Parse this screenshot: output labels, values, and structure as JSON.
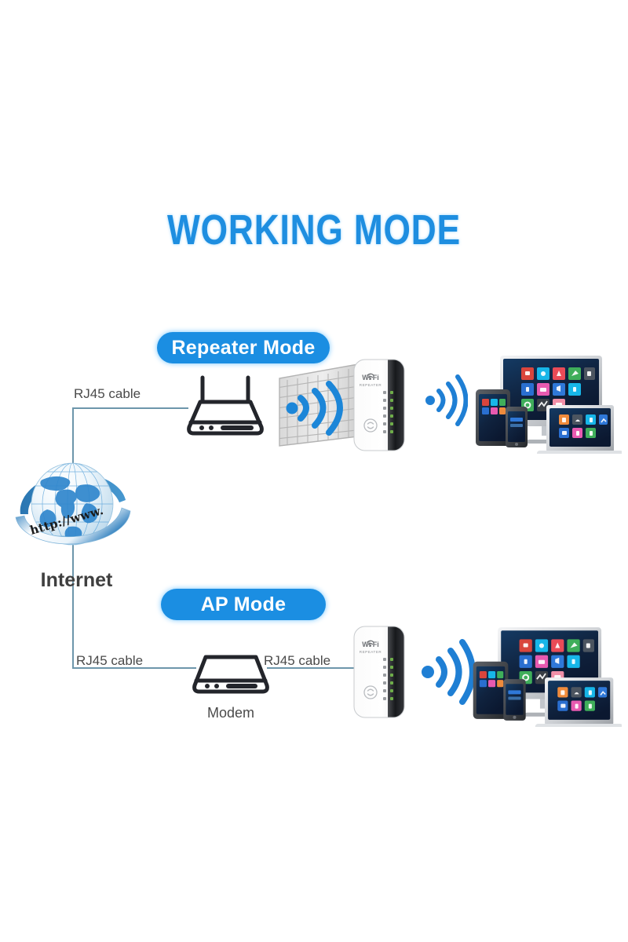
{
  "page": {
    "title": "WORKING MODE",
    "background_color": "#ffffff",
    "accent_color": "#1b8ee2",
    "cable_color": "#6d96ab",
    "text_color": "#4a4a4a"
  },
  "diagram": {
    "internet": {
      "label": "Internet",
      "globe_ribbon_text": "http://www.",
      "icon": "globe-icon"
    },
    "modes": [
      {
        "id": "repeater",
        "badge_label": "Repeater Mode",
        "source_label": "RJ45 cable",
        "source_device": "router",
        "barrier": "brick-wall",
        "repeater": {
          "brand_line_1": "Wi Fi",
          "brand_line_2": "REPEATER",
          "icon": "wifi-repeater-icon"
        },
        "output_signal": "wifi-signal-icon",
        "clients": [
          "monitor",
          "tablet",
          "smartphone",
          "laptop"
        ]
      },
      {
        "id": "ap",
        "badge_label": "AP Mode",
        "source_label_left": "RJ45 cable",
        "source_label_right": "RJ45 cable",
        "source_device": "modem",
        "source_device_label": "Modem",
        "repeater": {
          "brand_line_1": "Wi Fi",
          "brand_line_2": "REPEATER",
          "icon": "wifi-repeater-icon"
        },
        "output_signal": "wifi-signal-icon",
        "clients": [
          "monitor",
          "tablet",
          "smartphone",
          "laptop"
        ]
      }
    ]
  },
  "labels": {
    "rj45_top": "RJ45 cable",
    "rj45_bottom_left": "RJ45 cable",
    "rj45_bottom_right": "RJ45 cable",
    "modem": "Modem",
    "internet": "Internet"
  }
}
